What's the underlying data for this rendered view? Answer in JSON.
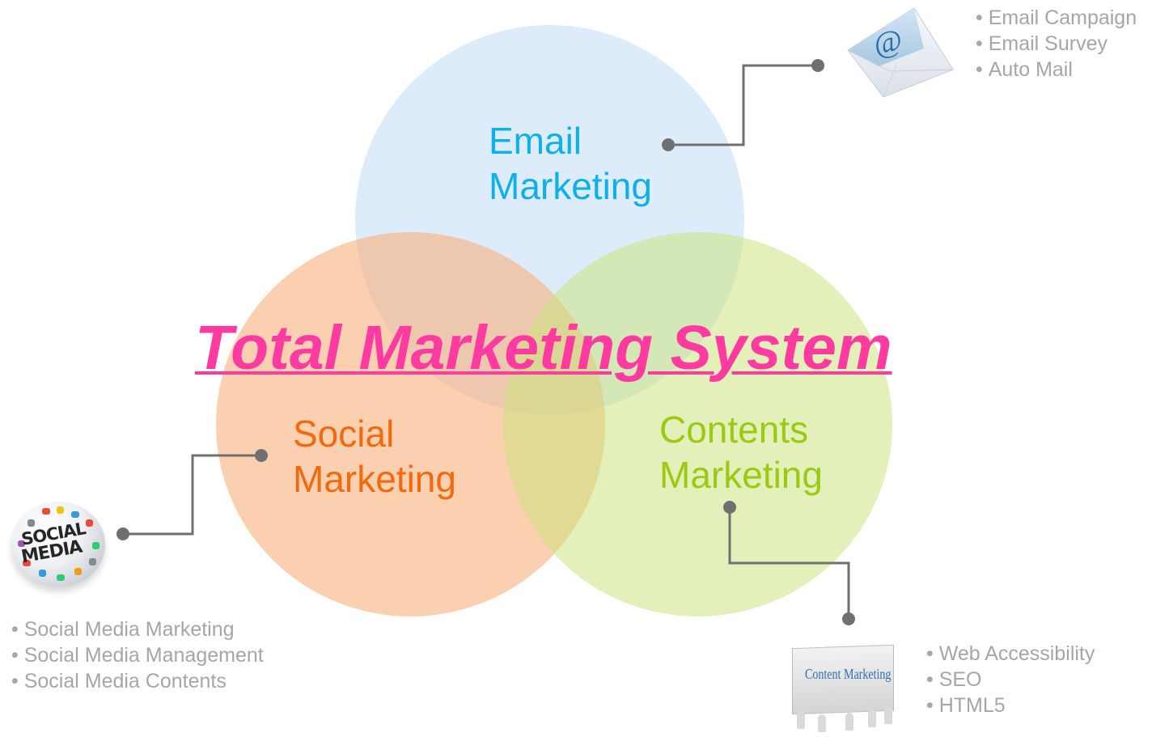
{
  "title": "Total Marketing System",
  "circles": {
    "email": {
      "line1": "Email",
      "line2": "Marketing"
    },
    "social": {
      "line1": "Social",
      "line2": "Marketing"
    },
    "content": {
      "line1": "Contents",
      "line2": "Marketing"
    }
  },
  "bullets": {
    "email": [
      "Email Campaign",
      "Email Survey",
      "Auto Mail"
    ],
    "social": [
      "Social Media Marketing",
      "Social Media Management",
      "Social Media Contents"
    ],
    "content": [
      "Web Accessibility",
      "SEO",
      "HTML5"
    ]
  },
  "icons": {
    "email": "envelope-at-icon",
    "social": "social-media-globe-icon",
    "content": "content-marketing-puzzle-icon"
  },
  "images": {
    "social_globe_text": [
      "SOCIAL",
      "MEDIA"
    ],
    "puzzle_text": "Content Marketing"
  },
  "colors": {
    "title": "#ff3aa0",
    "email": "#0eb0e8",
    "social": "#f26a0c",
    "content": "#9acb12",
    "bullet_text": "#a6a6a6",
    "connector": "#707070"
  }
}
